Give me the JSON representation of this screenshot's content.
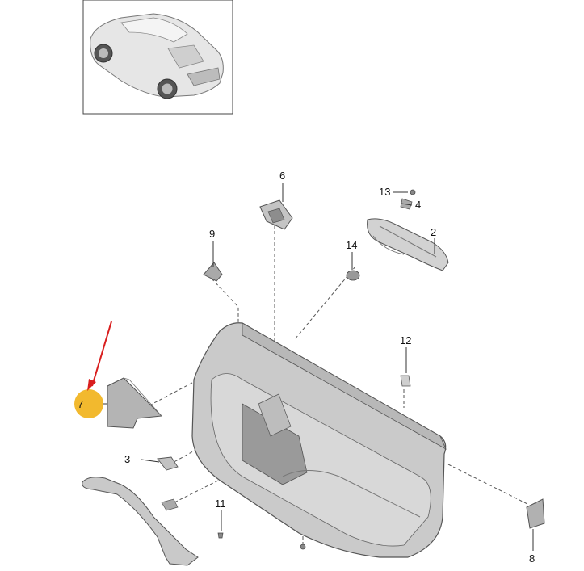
{
  "callouts": [
    {
      "id": "c1",
      "text": "2"
    },
    {
      "id": "c2",
      "text": "3"
    },
    {
      "id": "c3",
      "text": "4"
    },
    {
      "id": "c4",
      "text": "6"
    },
    {
      "id": "c5",
      "text": "7"
    },
    {
      "id": "c6",
      "text": "8"
    },
    {
      "id": "c7",
      "text": "9"
    },
    {
      "id": "c8",
      "text": "11"
    },
    {
      "id": "c9",
      "text": "12"
    },
    {
      "id": "c10",
      "text": "13"
    },
    {
      "id": "c11",
      "text": "14"
    }
  ],
  "highlight": {
    "callout": "7",
    "color": "#f2b92e",
    "arrow_color": "#d91e1e"
  },
  "colors": {
    "part_fill": "#d8d8d8",
    "part_dark": "#9a9a9a",
    "panel_fill": "#c9c9c9",
    "line": "#333333"
  }
}
